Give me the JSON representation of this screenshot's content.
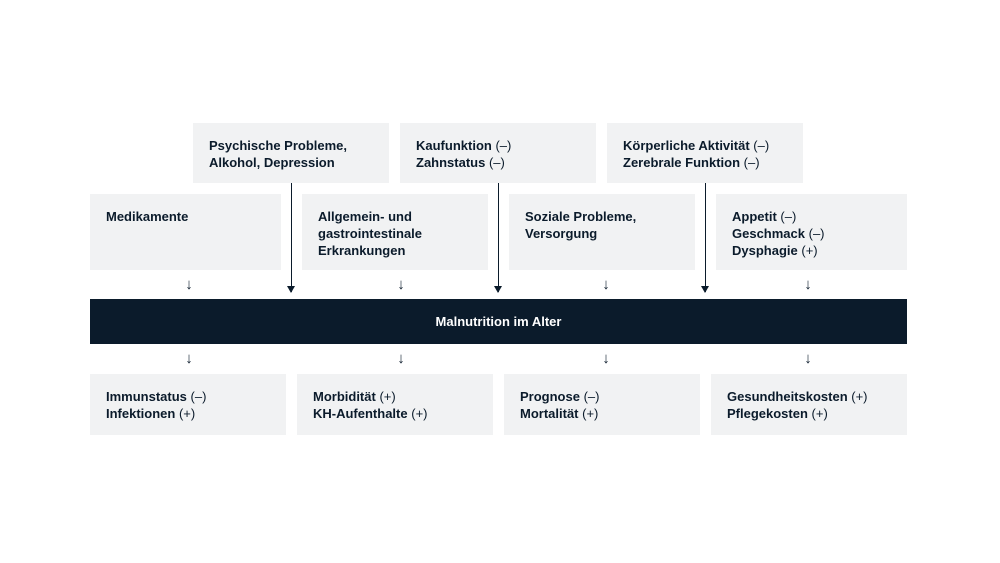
{
  "top_row": [
    {
      "lines": [
        {
          "text": "Psychische Probleme,",
          "sign": ""
        },
        {
          "text": "Alkohol,  Depression",
          "sign": ""
        }
      ]
    },
    {
      "lines": [
        {
          "text": "Kaufunktion",
          "sign": "(–)"
        },
        {
          "text": "Zahnstatus",
          "sign": "(–)"
        }
      ]
    },
    {
      "lines": [
        {
          "text": "Körperliche Aktivität",
          "sign": "(–)"
        },
        {
          "text": "Zerebrale Funktion",
          "sign": "(–)"
        }
      ]
    }
  ],
  "middle_row": [
    {
      "lines": [
        {
          "text": "Medikamente",
          "sign": ""
        }
      ]
    },
    {
      "lines": [
        {
          "text": "Allgemein- und",
          "sign": ""
        },
        {
          "text": "gastrointestinale",
          "sign": ""
        },
        {
          "text": "Erkrankungen",
          "sign": ""
        }
      ]
    },
    {
      "lines": [
        {
          "text": "Soziale Probleme,",
          "sign": ""
        },
        {
          "text": "Versorgung",
          "sign": ""
        }
      ]
    },
    {
      "lines": [
        {
          "text": "Appetit",
          "sign": "(–)"
        },
        {
          "text": "Geschmack",
          "sign": "(–)"
        },
        {
          "text": "Dysphagie",
          "sign": "(+)"
        }
      ]
    }
  ],
  "center": {
    "label": "Malnutrition im Alter"
  },
  "bottom_row": [
    {
      "lines": [
        {
          "text": "Immunstatus",
          "sign": "(–)"
        },
        {
          "text": "Infektionen",
          "sign": "(+)"
        }
      ]
    },
    {
      "lines": [
        {
          "text": "Morbidität",
          "sign": "(+)"
        },
        {
          "text": "KH-Aufenthalte",
          "sign": "(+)"
        }
      ]
    },
    {
      "lines": [
        {
          "text": "Prognose",
          "sign": "(–)"
        },
        {
          "text": "Mortalität",
          "sign": "(+)"
        }
      ]
    },
    {
      "lines": [
        {
          "text": "Gesundheitskosten",
          "sign": "(+)"
        },
        {
          "text": "Pflegekosten",
          "sign": "(+)"
        }
      ]
    }
  ],
  "arrow_glyph": "↓"
}
